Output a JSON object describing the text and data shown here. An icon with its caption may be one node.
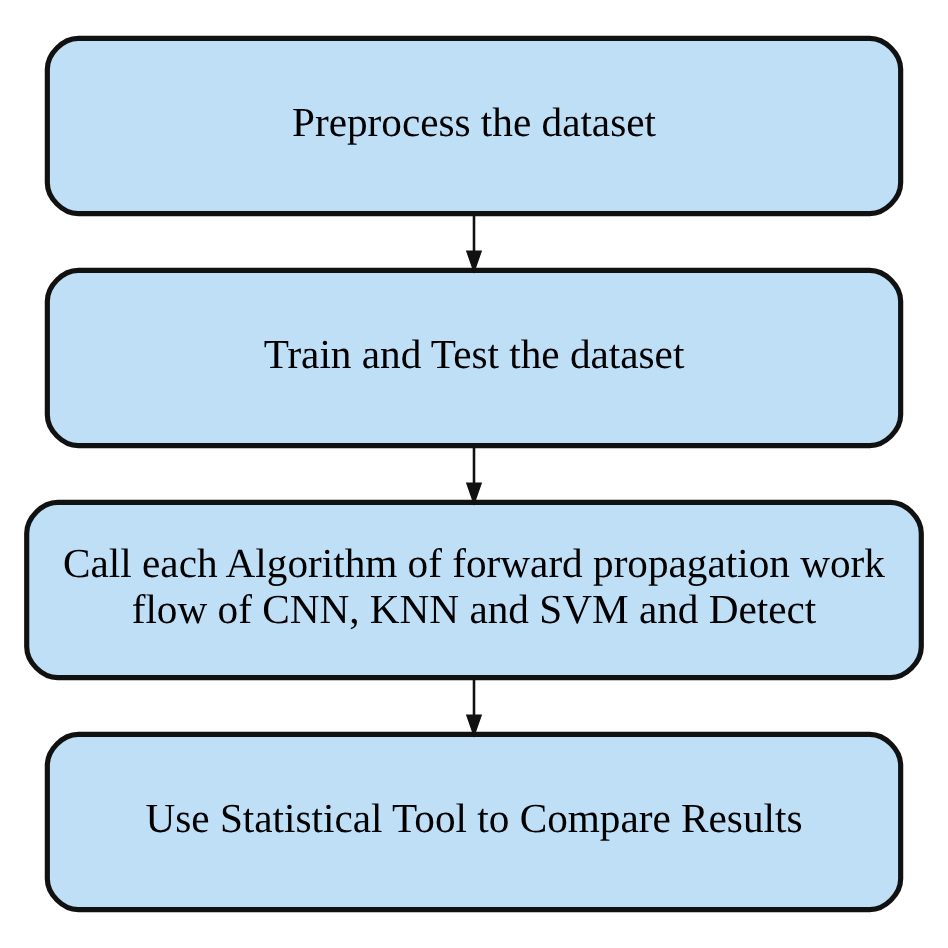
{
  "diagram": {
    "nodes": [
      {
        "text": [
          "Preprocess the dataset"
        ]
      },
      {
        "text": [
          "Train and Test the dataset"
        ]
      },
      {
        "text": [
          "Call each Algorithm of forward propagation work flow of CNN, KNN and SVM and Detect"
        ]
      },
      {
        "text": [
          "Use Statistical Tool to Compare Results"
        ]
      }
    ],
    "edges": [
      {
        "from": 0,
        "to": 1,
        "arrow": "to"
      },
      {
        "from": 1,
        "to": 2,
        "arrow": "to"
      },
      {
        "from": 2,
        "to": 3,
        "arrow": "to"
      }
    ]
  }
}
